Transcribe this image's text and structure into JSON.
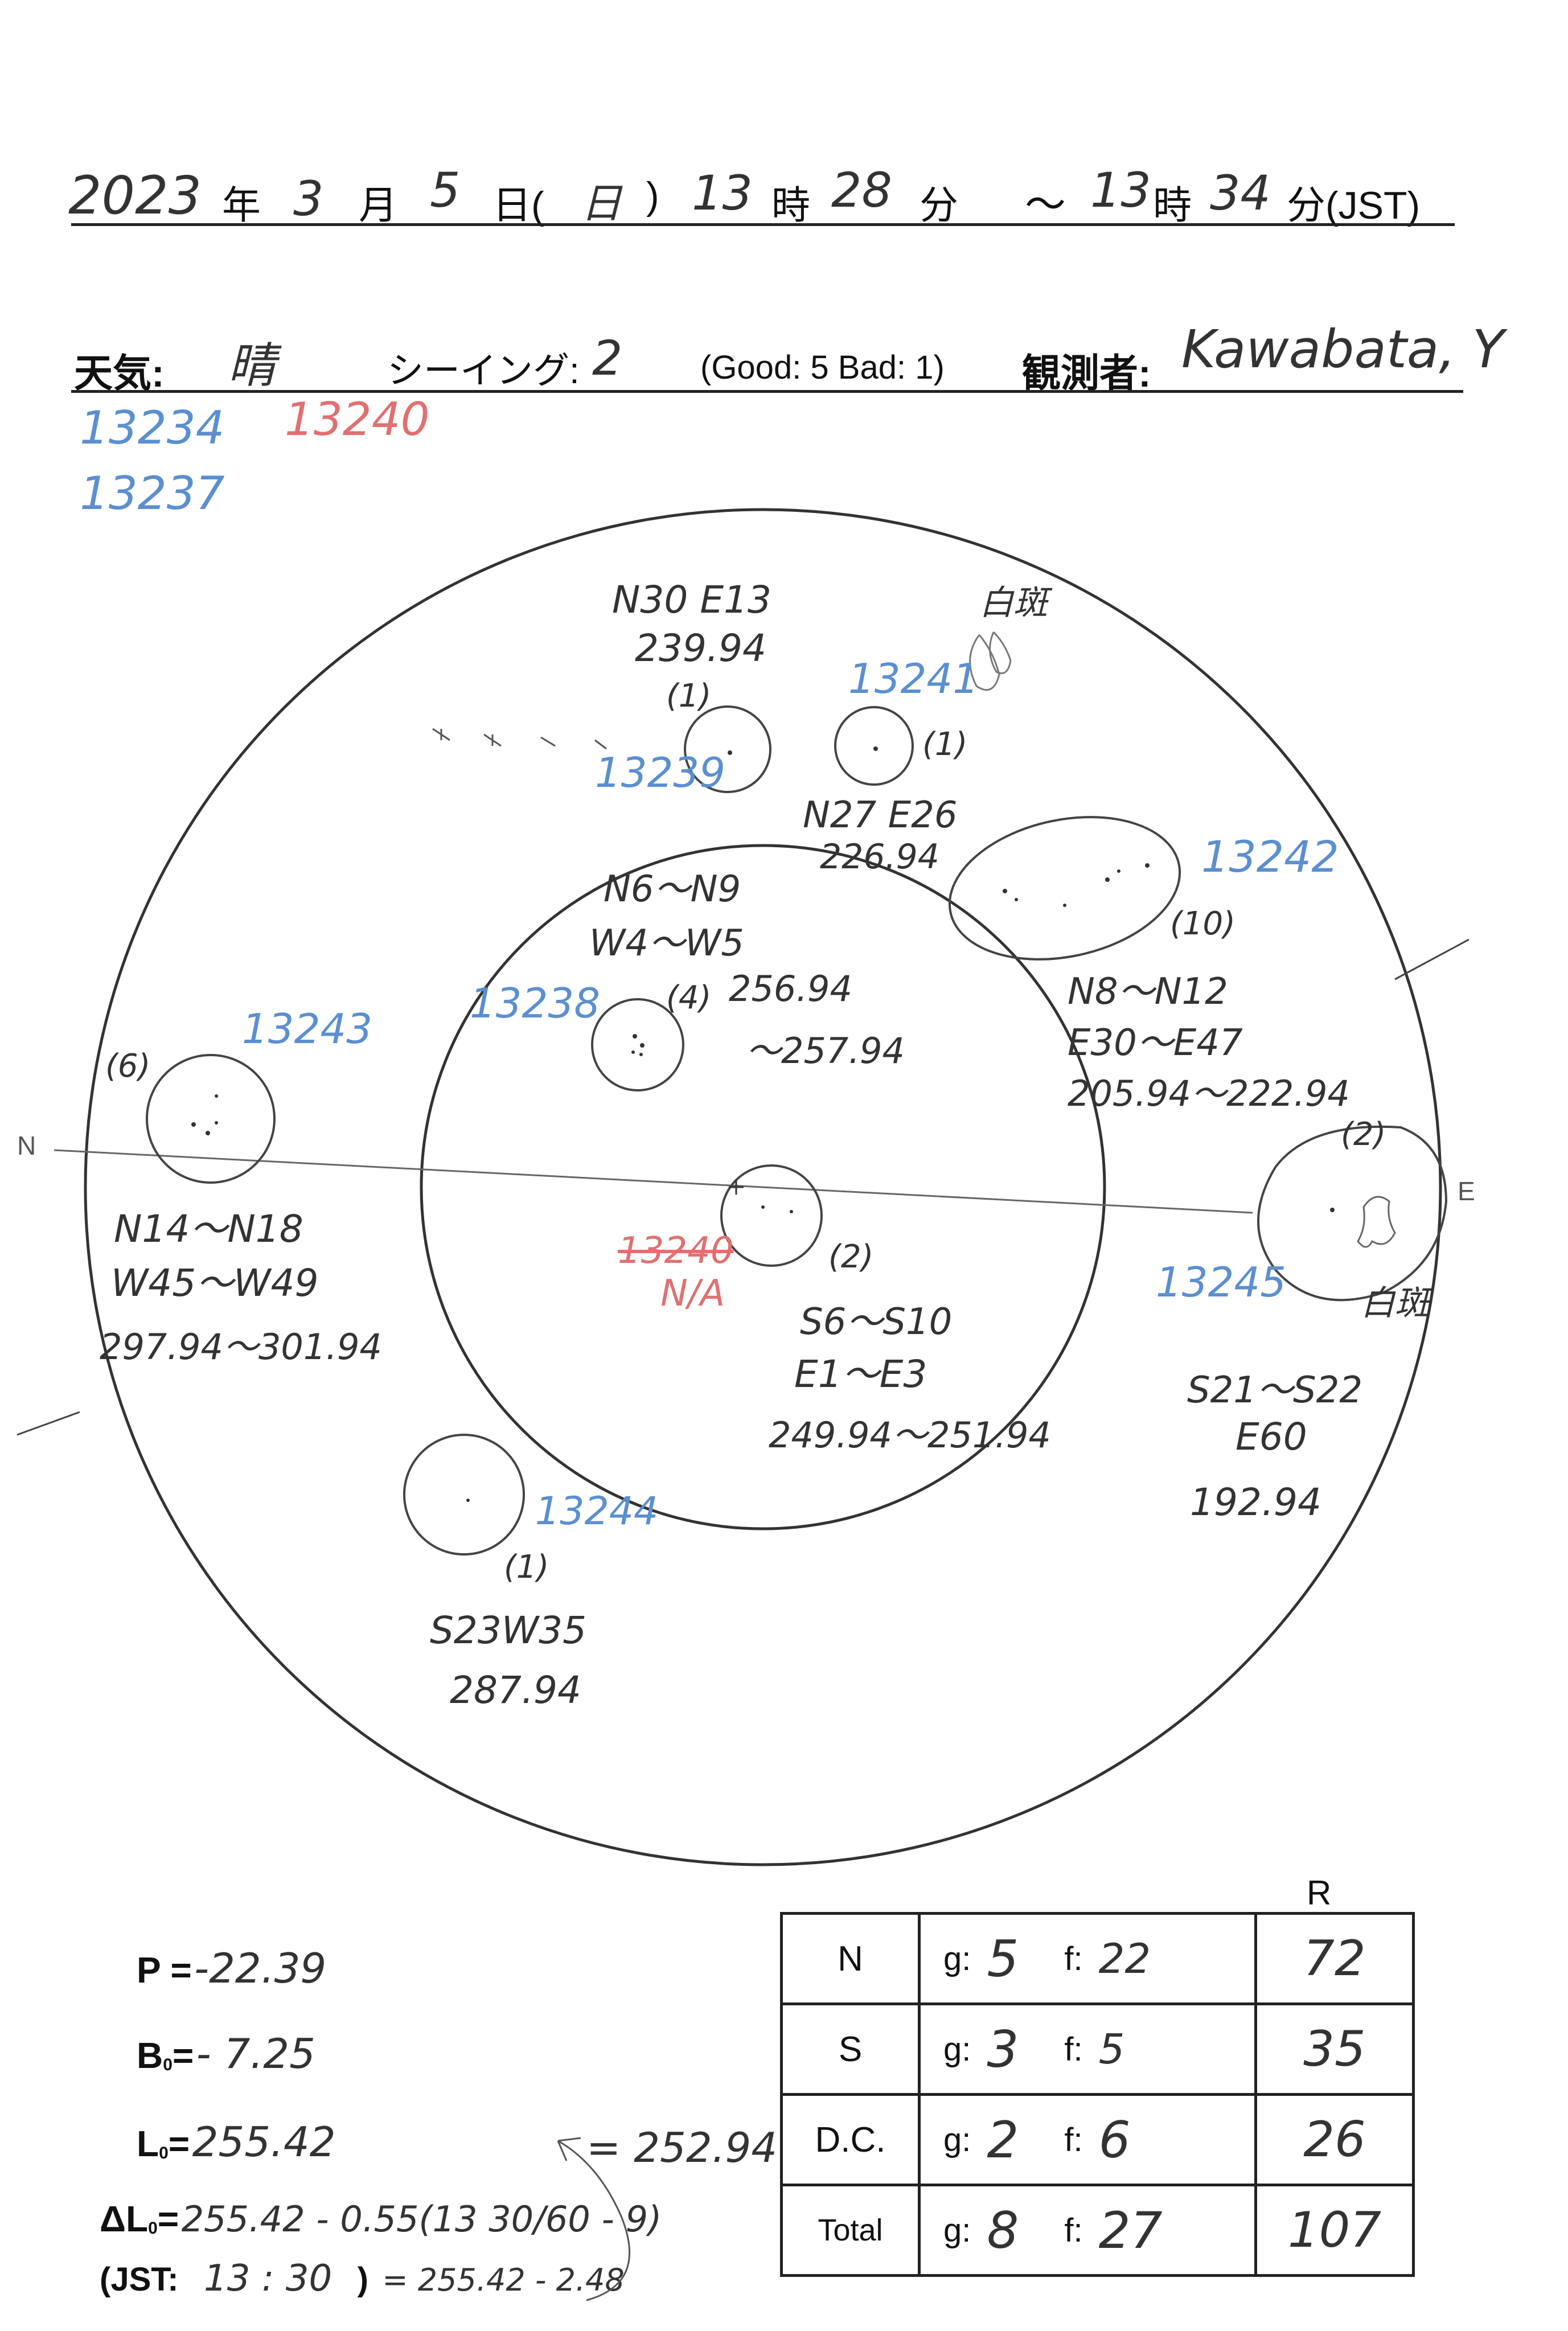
{
  "header": {
    "year": "2023",
    "year_unit": "年",
    "month": "3",
    "month_unit": "月",
    "day": "5",
    "day_unit": "日(",
    "weekday": "日",
    "paren_close": ")",
    "start_hour": "13",
    "hour_unit": "時",
    "start_min": "28",
    "min_unit": "分",
    "tilde": "～",
    "end_hour": "13",
    "end_hour_unit": "時",
    "end_min": "34",
    "end_min_unit": "分(JST)"
  },
  "conditions": {
    "weather_label": "天気:",
    "weather_value": "晴",
    "seeing_label": "シーイング:",
    "seeing_value": "2",
    "seeing_scale": "(Good: 5  Bad: 1)",
    "observer_label": "観測者:",
    "observer_value": "Kawabata, Y"
  },
  "region_notes": {
    "blue_1": "13234",
    "red_1": "13240",
    "blue_2": "13237"
  },
  "disk": {
    "compass_n": "N",
    "compass_e": "E",
    "white_spot_top": "白斑",
    "white_spot_right": "白斑"
  },
  "groups": [
    {
      "id": "13239",
      "count": "(1)",
      "lat": "N30 E13",
      "lon": "239.94"
    },
    {
      "id": "13241",
      "count": "(1)",
      "lat": "N27 E26",
      "lon": "226.94"
    },
    {
      "id": "13242",
      "count": "(10)",
      "lat": "N8～N12",
      "lat2": "E30～E47",
      "lon": "205.94～222.94"
    },
    {
      "id": "13238",
      "count": "(4)",
      "lat": "N6～N9",
      "lat2": "W4～W5",
      "lon": "256.94",
      "lon2": "～257.94"
    },
    {
      "id": "13243",
      "count": "(6)",
      "lat": "N14～N18",
      "lat2": "W45～W49",
      "lon": "297.94～301.94"
    },
    {
      "id": "13240",
      "count": "(2)",
      "status": "N/A",
      "lat": "S6～S10",
      "lat2": "E1～E3",
      "lon": "249.94～251.94"
    },
    {
      "id": "13245",
      "count": "(2)",
      "lat": "S21～S22",
      "lat2": "E60",
      "lon": "192.94"
    },
    {
      "id": "13244",
      "count": "(1)",
      "lat": "S23W35",
      "lon": "287.94"
    }
  ],
  "ephemeris": {
    "p_label": "P =",
    "p_value": "-22.39",
    "b0_label": "B",
    "b0_sub": "0",
    "b0_eq": "=",
    "b0_value": "- 7.25",
    "l0_label": "L",
    "l0_sub": "0",
    "l0_eq": "=",
    "l0_value": "255.42",
    "dl0_label": "ΔL",
    "dl0_sub": "0",
    "dl0_eq": "=",
    "dl0_value": "255.42 - 0.55(13 30/60 - 9)",
    "jst_label": "(JST:",
    "jst_value": "13 : 30",
    "jst_close": ")",
    "jst_calc": "= 255.42 - 2.48",
    "result": "= 252.94"
  },
  "counts": {
    "r_header": "R",
    "g_label": "g:",
    "f_label": "f:",
    "rows": [
      {
        "label": "N",
        "g": "5",
        "f": "22",
        "r": "72"
      },
      {
        "label": "S",
        "g": "3",
        "f": "5",
        "r": "35"
      },
      {
        "label": "D.C.",
        "g": "2",
        "f": "6",
        "r": "26"
      },
      {
        "label": "Total",
        "g": "8",
        "f": "27",
        "r": "107"
      }
    ]
  }
}
